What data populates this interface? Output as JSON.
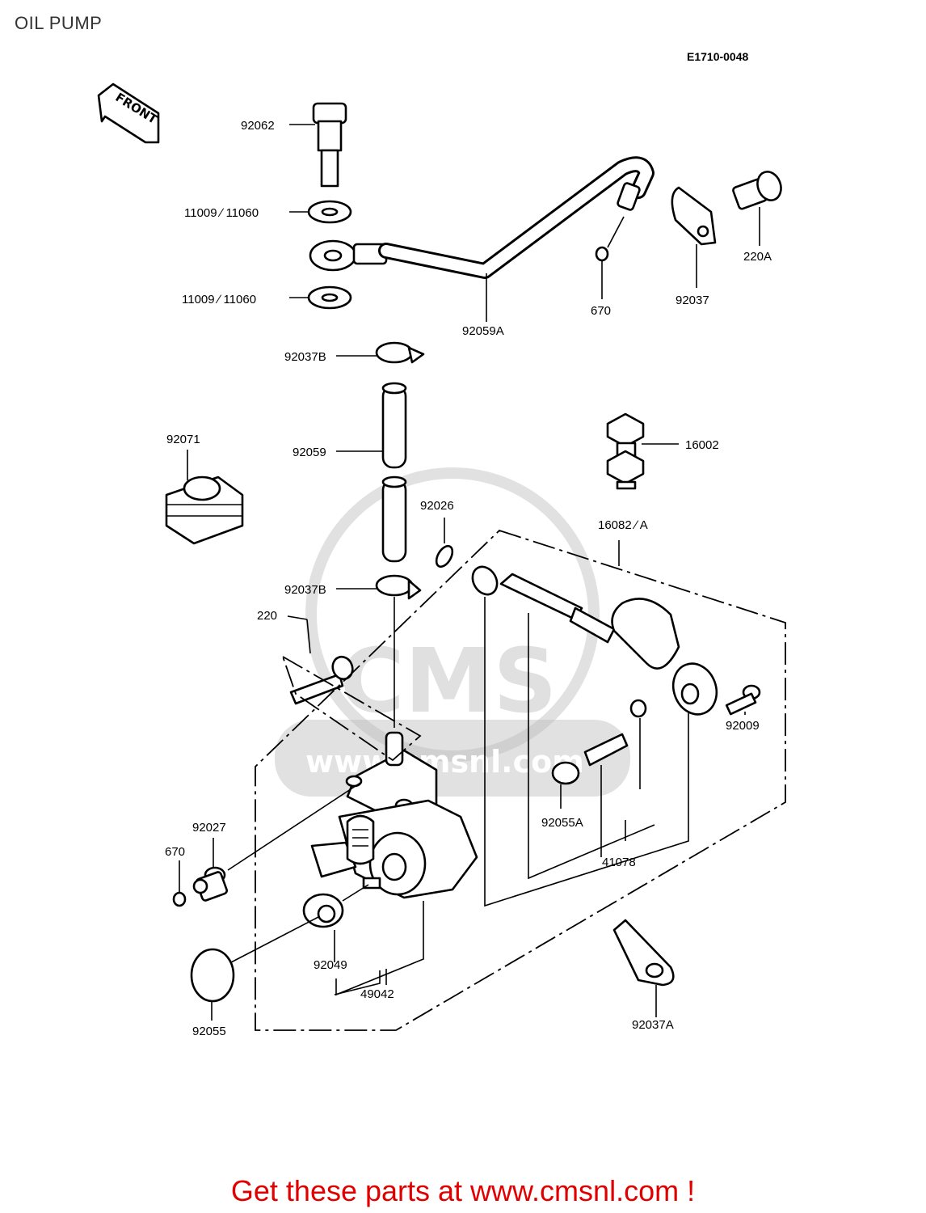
{
  "title": "OIL PUMP",
  "diagram_code": "E1710-0048",
  "front_label": "FRONT",
  "watermark": {
    "brand": "CMS",
    "url": "www.cmsnl.com",
    "color": "#bcbcbc"
  },
  "footer": {
    "text": "Get these parts at www.cmsnl.com !",
    "color": "#e00000"
  },
  "parts": [
    {
      "id": "p1",
      "label": "92062"
    },
    {
      "id": "p2",
      "label": "11009 ∕ 11060"
    },
    {
      "id": "p3",
      "label": "11009 ∕ 11060"
    },
    {
      "id": "p4",
      "label": "92059A"
    },
    {
      "id": "p5",
      "label": "670"
    },
    {
      "id": "p6",
      "label": "92037"
    },
    {
      "id": "p7",
      "label": "220A"
    },
    {
      "id": "p8",
      "label": "92037B"
    },
    {
      "id": "p9",
      "label": "92059"
    },
    {
      "id": "p10",
      "label": "92071"
    },
    {
      "id": "p11",
      "label": "16002"
    },
    {
      "id": "p12",
      "label": "92026"
    },
    {
      "id": "p13",
      "label": "16082 ∕ A"
    },
    {
      "id": "p14",
      "label": "92037B"
    },
    {
      "id": "p15",
      "label": "220"
    },
    {
      "id": "p16",
      "label": "92009"
    },
    {
      "id": "p17",
      "label": "92055A"
    },
    {
      "id": "p18",
      "label": "41078"
    },
    {
      "id": "p19",
      "label": "92027"
    },
    {
      "id": "p20",
      "label": "670"
    },
    {
      "id": "p21",
      "label": "92049"
    },
    {
      "id": "p22",
      "label": "49042"
    },
    {
      "id": "p23",
      "label": "92055"
    },
    {
      "id": "p24",
      "label": "92037A"
    }
  ]
}
